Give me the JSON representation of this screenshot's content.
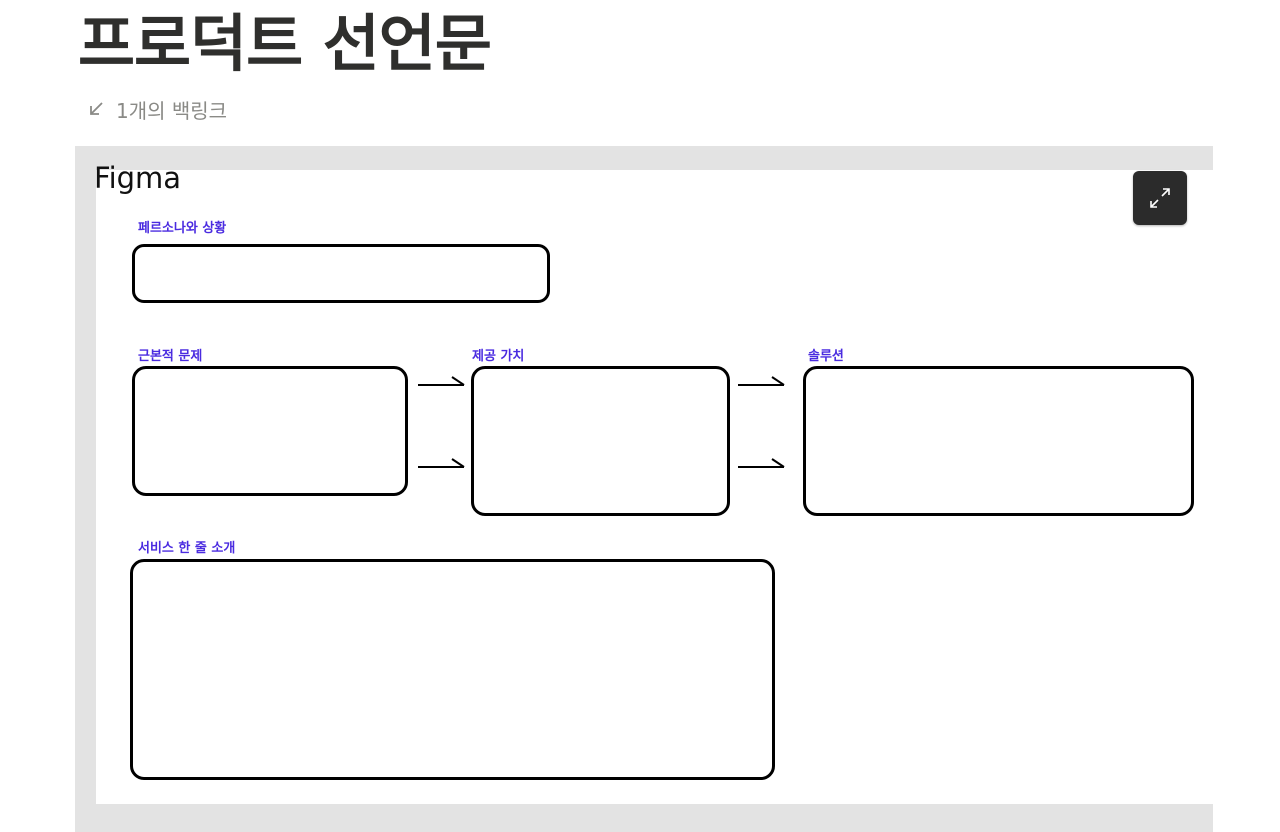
{
  "page": {
    "title": "프로덕트 선언문",
    "backlinks_label": "1개의 백링크"
  },
  "embed": {
    "app_label": "Figma",
    "expand_icon": "expand-arrows-icon"
  },
  "canvas": {
    "label_color": "#4a2be0",
    "sections": {
      "persona": "페르소나와 상황",
      "root_problem": "근본적 문제",
      "value": "제공 가치",
      "solution": "솔루션",
      "one_liner": "서비스 한 줄 소개"
    }
  },
  "icons": {
    "backlink": "arrow-down-left-icon",
    "flow_arrow": "arrow-right-icon"
  }
}
